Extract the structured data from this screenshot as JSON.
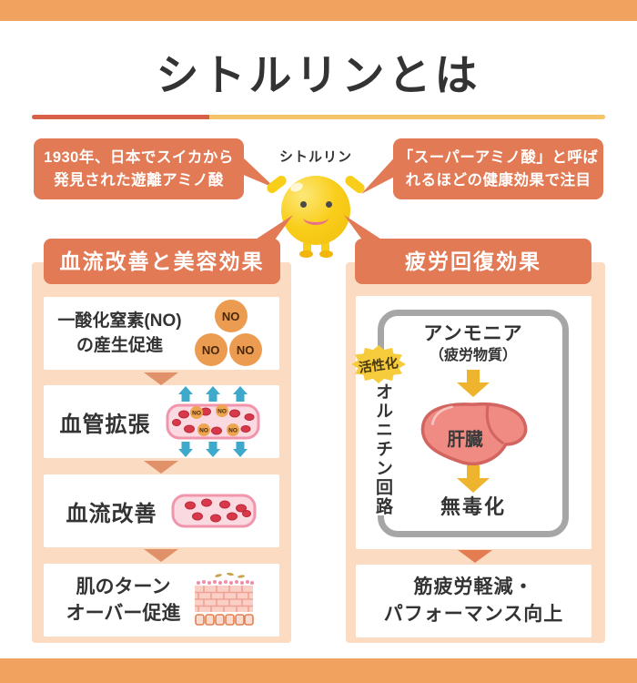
{
  "title": "シトルリンとは",
  "character": {
    "label": "シトルリン"
  },
  "bubble_left": {
    "line1": "1930年、日本でスイカから",
    "line2": "発見された遊離アミノ酸"
  },
  "bubble_right": {
    "line1": "「スーパーアミノ酸」と呼ば",
    "line2": "れるほどの健康効果で注目"
  },
  "left_column": {
    "header": "血流改善と美容効果",
    "step1": {
      "line1": "一酸化窒素(NO)",
      "line2": "の産生促進",
      "no": "NO"
    },
    "step2": {
      "label": "血管拡張"
    },
    "step3": {
      "label": "血流改善"
    },
    "step4": {
      "line1": "肌のターン",
      "line2": "オーバー促進"
    }
  },
  "right_column": {
    "header": "疲労回復効果",
    "ammonia": "アンモニア",
    "ammonia_sub": "（疲労物質）",
    "liver": "肝臓",
    "detox": "無毒化",
    "badge": "活性化",
    "cycle": "オルニチン回路",
    "result_line1": "筋疲労軽減・",
    "result_line2": "パフォーマンス向上"
  },
  "colors": {
    "frame_orange": "#F2A25F",
    "coral": "#E17A55",
    "column_bg": "#FBDCC3",
    "divider_red": "#D8604B",
    "divider_yellow": "#F5C46A",
    "mascot_yellow": "#F9CE1B",
    "no_circle_orange": "#EC9C50",
    "arrow_yellow": "#EFB42E",
    "arrow_blue": "#3FA9CB",
    "vessel_pink": "#F195AC",
    "blood_red": "#D8394A",
    "liver_red": "#F08B84",
    "gray_border": "#A6A6A6",
    "badge_yellow": "#F6CB3C",
    "text_dark": "#333333"
  }
}
